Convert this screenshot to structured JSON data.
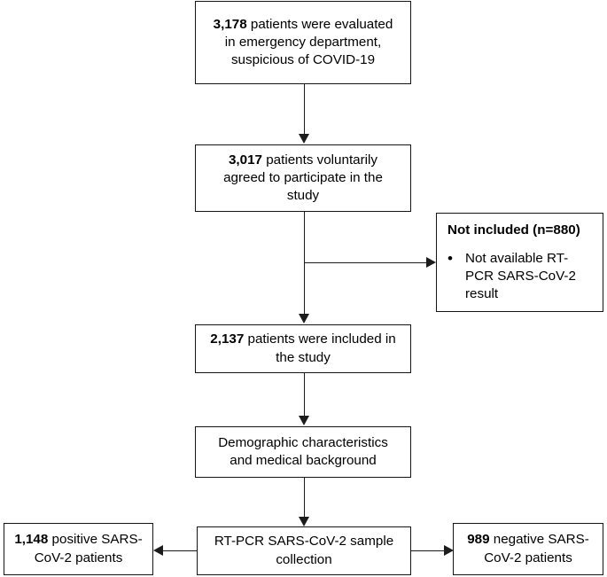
{
  "figure": {
    "type": "flowchart",
    "orientation": "top-to-bottom",
    "line_color": "#1c1c1c",
    "box_border_color": "#141414",
    "background": "#ffffff"
  },
  "nodes": {
    "evaluated": {
      "lines": [
        "3,178 patients were evaluated",
        "in emergency department,",
        "suspicious of COVID-19"
      ],
      "line1_bold": "3,178",
      "line1_rest": " patients were evaluated",
      "line2": "in emergency department,",
      "line3": "suspicious of COVID-19",
      "count": "3,178"
    },
    "agreed": {
      "line1_bold": "3,017",
      "line1_rest": " patients voluntarily",
      "line2": "agreed to participate in the",
      "line3": "study",
      "count": "3,017"
    },
    "not_included": {
      "title": "Not included (n=880)",
      "bullet_marker": "•",
      "bullet_line1": "Not available RT-",
      "bullet_line2": "PCR SARS-CoV-2",
      "bullet_line3": "result",
      "count": "880"
    },
    "included": {
      "line1_bold": "2,137",
      "line1_rest": " patients were included in",
      "line2": "the study",
      "count": "2,137"
    },
    "demographic": {
      "line1": "Demographic characteristics",
      "line2": "and medical background"
    },
    "collection": {
      "line1": "RT-PCR SARS-CoV-2 sample",
      "line2": "collection"
    },
    "positive": {
      "line1_bold": "1,148",
      "line1_rest": " positive SARS-",
      "line2": "CoV-2 patients",
      "count": "1,148"
    },
    "negative": {
      "line1_bold": "989",
      "line1_rest": " negative SARS-",
      "line2": "CoV-2 patients",
      "count": "989"
    }
  },
  "edges": [
    {
      "from": "evaluated",
      "to": "agreed",
      "direction": "down"
    },
    {
      "from": "agreed",
      "to": "included",
      "direction": "down"
    },
    {
      "from": "agreed",
      "to": "not_included",
      "direction": "right"
    },
    {
      "from": "included",
      "to": "demographic",
      "direction": "down"
    },
    {
      "from": "demographic",
      "to": "collection",
      "direction": "down"
    },
    {
      "from": "collection",
      "to": "positive",
      "direction": "left"
    },
    {
      "from": "collection",
      "to": "negative",
      "direction": "right"
    }
  ]
}
